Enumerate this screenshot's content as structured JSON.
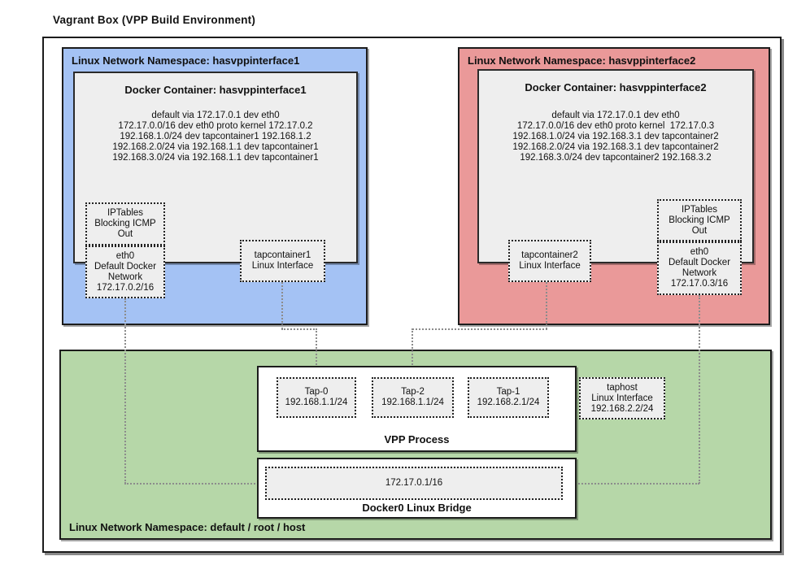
{
  "title": "Vagrant Box (VPP Build Environment)",
  "colors": {
    "namespace1_fill": "#a4c2f4",
    "namespace2_fill": "#ea9999",
    "host_namespace_fill": "#b6d7a8",
    "container_fill": "#eeeeee",
    "connector": "#8c8c8c"
  },
  "namespace1": {
    "label": "Linux Network Namespace: hasvppinterface1",
    "container": {
      "title": "Docker Container: hasvppinterface1",
      "routes": [
        "default via 172.17.0.1 dev eth0",
        "172.17.0.0/16 dev eth0 proto kernel 172.17.0.2",
        "192.168.1.0/24 dev tapcontainer1 192.168.1.2",
        "192.168.2.0/24 via 192.168.1.1 dev tapcontainer1",
        "192.168.3.0/24 via 192.168.1.1 dev tapcontainer1"
      ]
    },
    "iptables": [
      "IPTables",
      "Blocking ICMP",
      "Out"
    ],
    "eth0": [
      "eth0",
      "Default Docker",
      "Network",
      "172.17.0.2/16"
    ],
    "tap": [
      "tapcontainer1",
      "Linux Interface"
    ]
  },
  "namespace2": {
    "label": "Linux Network Namespace: hasvppinterface2",
    "container": {
      "title": "Docker Container: hasvppinterface2",
      "routes": [
        "default via 172.17.0.1 dev eth0",
        "172.17.0.0/16 dev eth0 proto kernel  172.17.0.3",
        "192.168.1.0/24 via 192.168.3.1 dev tapcontainer2",
        "192.168.2.0/24 via 192.168.3.1 dev tapcontainer2",
        "192.168.3.0/24 dev tapcontainer2 192.168.3.2"
      ]
    },
    "iptables": [
      "IPTables",
      "Blocking ICMP",
      "Out"
    ],
    "eth0": [
      "eth0",
      "Default Docker",
      "Network",
      "172.17.0.3/16"
    ],
    "tap": [
      "tapcontainer2",
      "Linux Interface"
    ]
  },
  "host_namespace": {
    "label": "Linux Network Namespace: default / root / host",
    "vpp": {
      "caption": "VPP Process",
      "tap0": [
        "Tap-0",
        "192.168.1.1/24"
      ],
      "tap2": [
        "Tap-2",
        "192.168.1.1/24"
      ],
      "tap1": [
        "Tap-1",
        "192.168.2.1/24"
      ]
    },
    "taphost": [
      "taphost",
      "Linux Interface",
      "192.168.2.2/24"
    ],
    "bridge": {
      "ip": "172.17.0.1/16",
      "caption": "Docker0 Linux Bridge"
    }
  }
}
